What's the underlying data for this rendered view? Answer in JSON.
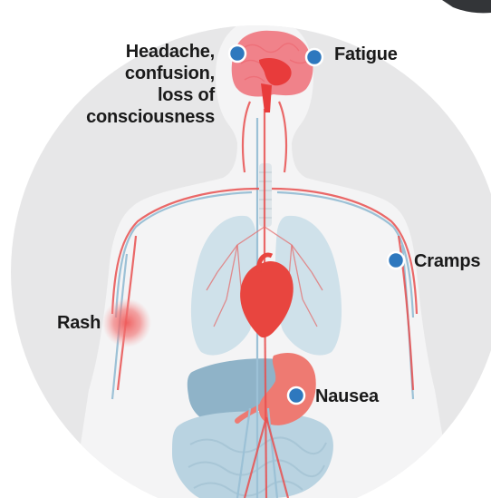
{
  "symptoms": {
    "headache": [
      "Headache,",
      "confusion,",
      "loss of",
      "consciousness"
    ],
    "fatigue": "Fatigue",
    "cramps": "Cramps",
    "rash": "Rash",
    "nausea": "Nausea"
  },
  "colors": {
    "background_circle": "#e7e7e8",
    "body": "#f4f4f5",
    "organ_blue": "#b9d3e1",
    "organ_blue_dark": "#8fb3c8",
    "artery_red": "#e84f4f",
    "brain_pink": "#f0828a",
    "marker_blue": "#2e78be",
    "rash_red": "#ef5b5b",
    "text": "#1a1a1a"
  }
}
